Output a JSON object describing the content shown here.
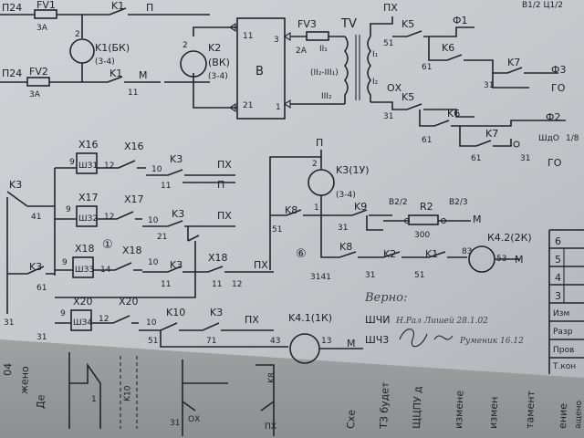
{
  "top": {
    "left_rail_a": "П24",
    "left_rail_b": "П24",
    "fuse_fv1": "FV1",
    "fuse_fv1_rating": "3А",
    "fuse_fv2": "FV2",
    "fuse_fv2_rating": "3А",
    "k1_top": "K1",
    "k1_top_wire": "П",
    "coil_k1": "K1(БК)",
    "coil_k1_num": "2",
    "coil_k1_terms": "(3-4)",
    "k1_bot": "K1",
    "k1_bot_wire": "М",
    "k1_bot_num": "11",
    "coil_k2": "K2",
    "coil_k2_sub": "(ВК)",
    "coil_k2_num": "2",
    "coil_k2_terms": "(3-4)",
    "block_b": "В",
    "block_b_pin_11": "11",
    "block_b_pin_21": "21",
    "block_b_pin_3": "3",
    "block_b_pin_1": "1",
    "fuse_fv3": "FV3",
    "fuse_fv3_rating": "2А",
    "tv_label": "TV",
    "tv_w2": "II₁",
    "tv_w2b": "(II₂-III₁)",
    "tv_w3": "III₂",
    "tv_i1": "I₁",
    "tv_i2": "I₂",
    "px_top": "ПХ",
    "ox_label": "ОХ",
    "k5_a": "K5",
    "k5_b": "K5",
    "k6_a": "K6",
    "k6_b": "K6",
    "k7_a": "K7",
    "k7_b": "K7",
    "phi1": "Ф1",
    "phi2": "Ф2",
    "phi3": "Ф3",
    "go_1": "ГО",
    "go_2": "ГО",
    "w_51": "51",
    "w_61": "61",
    "w_31": "31",
    "w_31b": "31",
    "w_61b": "61",
    "w_61c": "61",
    "w_31c": "31",
    "shch": "ШдО",
    "shch_num": "1/8",
    "corner_note": "В1/2 Ц1/2 "
  },
  "mid": {
    "rows": [
      {
        "x": "X16",
        "tag": "ШЗ1",
        "pin9": "9",
        "pin12": "12",
        "sw": "X16",
        "k3": "K3",
        "n10": "10",
        "n11": "11",
        "out": "ПХ",
        "out2": "П"
      },
      {
        "x": "X17",
        "tag": "ШЗ2",
        "pin9": "9",
        "pin12": "12",
        "sw": "X17",
        "k3": "K3",
        "n10": "10",
        "n11": "21",
        "out": "ПХ",
        "out2": ""
      },
      {
        "x": "X18",
        "tag": "ШЗ3",
        "pin9": "9",
        "pin12": "14",
        "sw": "X18",
        "k3": "K3",
        "n10": "10",
        "n11": "11",
        "out": "ПХ",
        "out2": ""
      },
      {
        "x": "X20",
        "tag": "ШЗ4",
        "pin9": "9",
        "pin12": "12",
        "sw": "X20",
        "k3": "K3",
        "n10": "10",
        "n11": "51",
        "out": "ПХ",
        "out2": ""
      }
    ],
    "left_k3_a": "K3",
    "left_k3_b": "K3",
    "left_41": "41",
    "left_61": "61",
    "left_31": "31",
    "left_31b": "31",
    "k10": "K10",
    "k10_71": "71",
    "x18_mid": "X18",
    "x18_11": "11",
    "x18_12": "12",
    "k4_label": "K4.1(1К)",
    "k4_43": "43",
    "k4_13": "13",
    "k4_m": "М",
    "circle1": "①",
    "circle6": "⑥"
  },
  "right": {
    "p_label": "П",
    "p_num": "2",
    "k3_coil": "K3(1У)",
    "k3_terms": "(3-4)",
    "k3_num": "1",
    "k8": "K8",
    "k9": "K9",
    "w_51": "51",
    "w_31": "31",
    "w_31b": "31",
    "b2_2": "В2/2",
    "r2": "R2",
    "r2_val": "300",
    "b2_3": "В2/3",
    "m1": "М",
    "k8b": "K8",
    "k2": "K2",
    "k1": "K1",
    "w_341": "3141",
    "w_31c": "31",
    "w_51b": "51",
    "k42": "К4.2(2К)",
    "k42_83": "83",
    "k42_53": "53",
    "m2": "М"
  },
  "notes": {
    "verno": "Верно:",
    "line1": "ШЧИ",
    "line1_name": "Н.Рал Лишей 28.1.02",
    "line2": "ШЧ3",
    "line2_name": "Руменик 16.12",
    "tbl_6": "6",
    "tbl_5": "5",
    "tbl_4": "4",
    "tbl_3": "3",
    "tbl_izm": "Изм",
    "tbl_razr": "Разр",
    "tbl_prov": "Пров",
    "tbl_tkon": "Т.кон"
  },
  "under": {
    "t1": "жено",
    "t2": "Де",
    "t3": "04",
    "t4": "K10",
    "t5": "1",
    "t6": "K8",
    "t7": "ОХ",
    "t8": "ПХ",
    "t9": "31",
    "t10": "ЩЦПУ д",
    "t11": "ТЗ будет",
    "t12": "Схе",
    "t13": "измене",
    "t14": "измен",
    "t15": "тамент",
    "t16": "ение",
    "t17": "ащено"
  }
}
